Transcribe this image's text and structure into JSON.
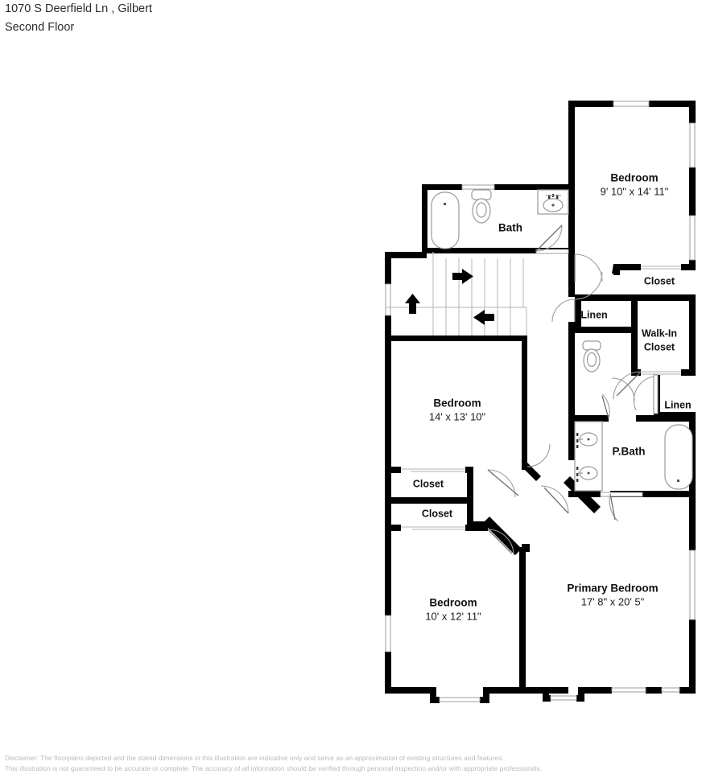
{
  "header": {
    "address": "1070 S Deerfield Ln , Gilbert",
    "floor": "Second Floor"
  },
  "disclaimer": {
    "line1": "Disclaimer: The floorplans depicted and the stated dimensions in this illustration are indicative only and serve as an approximation of existing structures and features.",
    "line2": "This illustration is not guaranteed to be accurate or complete. The accuracy of all information should be verified through personal inspection and/or with appropriate professionals."
  },
  "rooms": {
    "bedroom_ne": {
      "name": "Bedroom",
      "dimensions": "9' 10\" x 14' 11\""
    },
    "bedroom_mid": {
      "name": "Bedroom",
      "dimensions": "14' x 13' 10\""
    },
    "bedroom_sw": {
      "name": "Bedroom",
      "dimensions": "10' x 12' 11\""
    },
    "primary_bedroom": {
      "name": "Primary Bedroom",
      "dimensions": "17' 8\" x 20' 5\""
    },
    "bath": {
      "name": "Bath"
    },
    "p_bath": {
      "name": "P.Bath"
    },
    "closet_ne": {
      "name": "Closet"
    },
    "closet_mid_upper": {
      "name": "Closet"
    },
    "closet_mid_lower": {
      "name": "Closet"
    },
    "walk_in_closet": {
      "name": "Walk-In Closet",
      "line1": "Walk-In",
      "line2": "Closet"
    },
    "linen_upper": {
      "name": "Linen"
    },
    "linen_lower": {
      "name": "Linen"
    }
  },
  "stairs": {
    "arrow_right": "→",
    "arrow_up": "↑",
    "arrow_left": "←"
  },
  "colors": {
    "wall": "#000000",
    "background": "#ffffff",
    "text": "#111111",
    "disclaimer_text": "#b9b9b9",
    "fixture_outline": "#9a9a9a"
  }
}
